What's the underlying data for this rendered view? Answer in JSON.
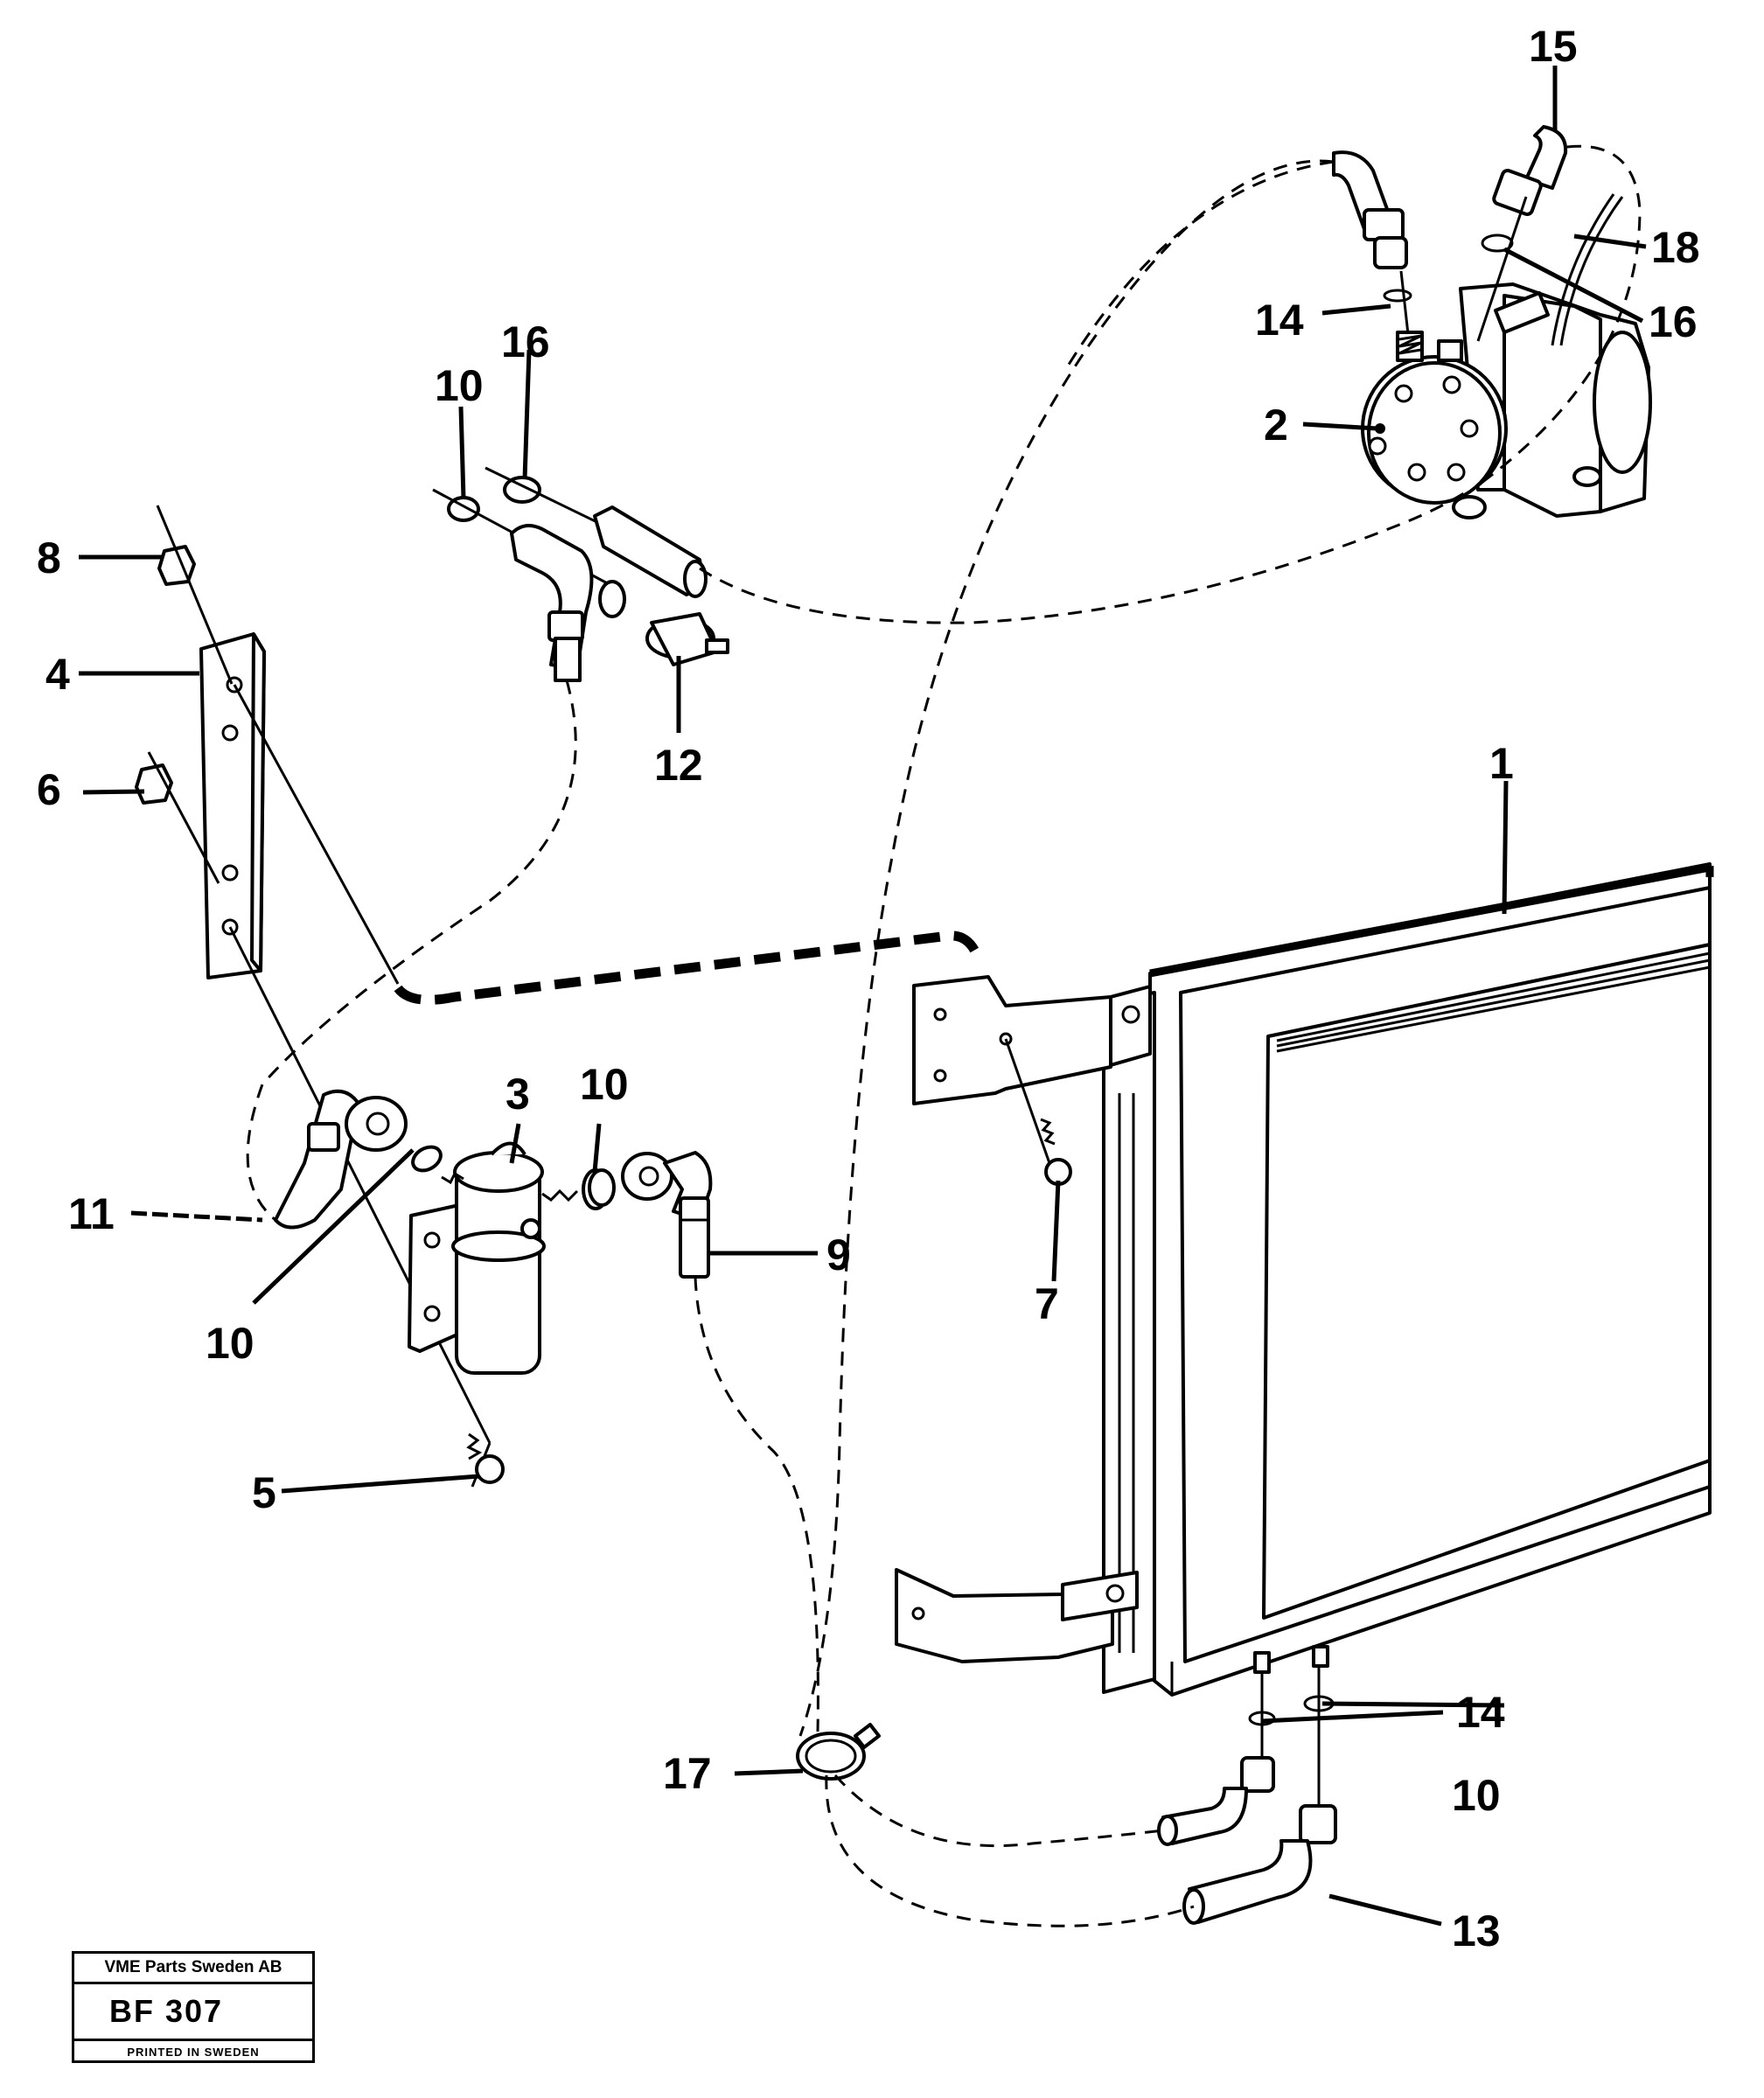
{
  "callouts": {
    "c1": "1",
    "c2": "2",
    "c3": "3",
    "c4": "4",
    "c5": "5",
    "c6": "6",
    "c7": "7",
    "c8": "8",
    "c9": "9",
    "c10a": "10",
    "c10b": "10",
    "c10c": "10",
    "c10d": "10",
    "c11": "11",
    "c12": "12",
    "c13": "13",
    "c14a": "14",
    "c14b": "14",
    "c15": "15",
    "c16a": "16",
    "c16b": "16",
    "c17": "17",
    "c18": "18"
  },
  "stamp": {
    "company": "VME Parts Sweden AB",
    "code": "BF 307",
    "printed": "PRINTED IN SWEDEN"
  }
}
